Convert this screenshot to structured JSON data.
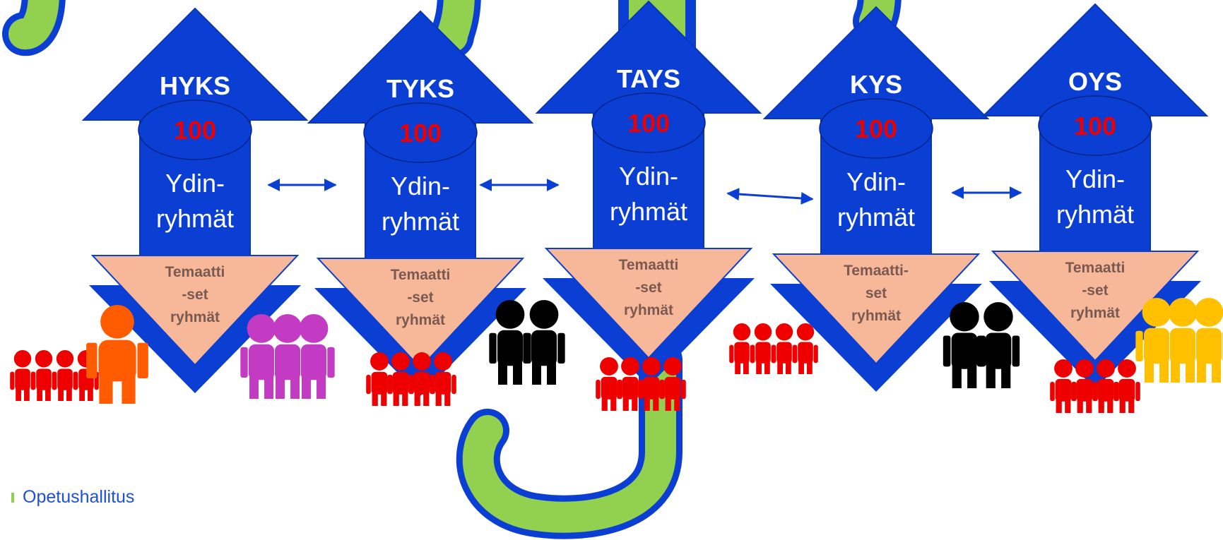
{
  "colors": {
    "arrow_blue": "#0b3fd3",
    "arrow_edge": "#0a36b8",
    "triangle_fill": "#f7b89a",
    "triangle_text": "#7a5a50",
    "count_red": "#ee0000",
    "hook_green": "#92d050",
    "people_red": "#ee0000",
    "people_orange": "#ff5b00",
    "people_magenta": "#c23bc2",
    "people_black": "#000000",
    "people_yellow": "#ffc000"
  },
  "centers": [
    {
      "name": "HYKS",
      "count": "100",
      "core_lines": [
        "Ydin-",
        "ryhmät"
      ],
      "theme_lines": [
        "Temaatti",
        "-set",
        "ryhmät"
      ]
    },
    {
      "name": "TYKS",
      "count": "100",
      "core_lines": [
        "Ydin-",
        "ryhmät"
      ],
      "theme_lines": [
        "Temaatti",
        "-set",
        "ryhmät"
      ]
    },
    {
      "name": "TAYS",
      "count": "100",
      "core_lines": [
        "Ydin-",
        "ryhmät"
      ],
      "theme_lines": [
        "Temaatti",
        "-set",
        "ryhmät"
      ]
    },
    {
      "name": "KYS",
      "count": "100",
      "core_lines": [
        "Ydin-",
        "ryhmät"
      ],
      "theme_lines": [
        "Temaatti-",
        "set",
        "ryhmät"
      ]
    },
    {
      "name": "OYS",
      "count": "100",
      "core_lines": [
        "Ydin-",
        "ryhmät"
      ],
      "theme_lines": [
        "Temaatti",
        "-set",
        "ryhmät"
      ]
    }
  ],
  "connectors": [
    {
      "from": "HYKS",
      "to": "TYKS"
    },
    {
      "from": "TYKS",
      "to": "TAYS"
    },
    {
      "from": "TAYS",
      "to": "KYS"
    },
    {
      "from": "KYS",
      "to": "OYS"
    }
  ],
  "people_groups": [
    {
      "name": "children-red",
      "color": "people_red"
    },
    {
      "name": "adult-orange",
      "color": "people_orange"
    },
    {
      "name": "adults-magenta",
      "color": "people_magenta"
    },
    {
      "name": "children-red",
      "color": "people_red"
    },
    {
      "name": "couple-black",
      "color": "people_black"
    },
    {
      "name": "children-red",
      "color": "people_red"
    },
    {
      "name": "children-red",
      "color": "people_red"
    },
    {
      "name": "couple-black",
      "color": "people_black"
    },
    {
      "name": "children-red",
      "color": "people_red"
    },
    {
      "name": "adults-yellow",
      "color": "people_yellow"
    }
  ],
  "footer": {
    "label": "Opetushallitus"
  }
}
